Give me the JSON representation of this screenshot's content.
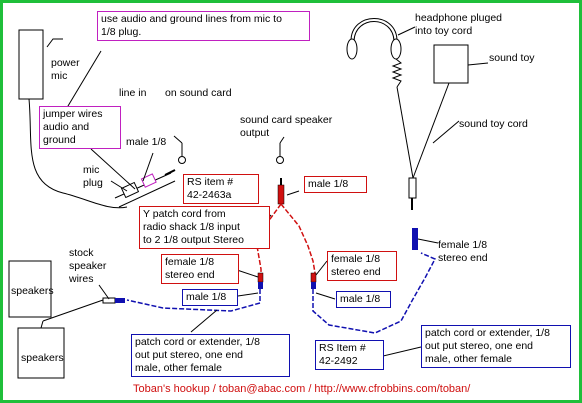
{
  "labels": {
    "note_top": "use audio and ground lines from mic to\n1/8 plug.",
    "headphone": "headphone pluged\ninto toy cord",
    "power_mic": "power\nmic",
    "line_in": "line in",
    "on_sound_card": "on sound card",
    "sound_toy": "sound toy",
    "sound_toy_cord": "sound toy cord",
    "jumper_wires": "jumper wires\naudio and\nground",
    "mic_18": "male 1/8",
    "card_speaker_output": "sound card speaker\noutput",
    "mic_plug": "mic\nplug",
    "rs_item_a": "RS item #\n42-2463a",
    "male_18_red": "male 1/8",
    "y_patch": "Y patch cord from\nradio shack 1/8 input\nto 2 1/8 output Stereo",
    "female_stereo_left": "female 1/8\nstereo end",
    "female_stereo_mid": "female 1/8\nstereo end",
    "female_stereo_right": "female 1/8\nstereo end",
    "stock_speaker_wires": "stock\nspeaker\nwires",
    "speakers_top": "speakers",
    "speakers_bottom": "speakers",
    "male_18_blue_left": "male 1/8",
    "male_18_blue_mid": "male 1/8",
    "patch_left": "patch cord or extender, 1/8\nout put stereo, one end\nmale, other female",
    "rs_item_b": "RS Item #\n42-2492",
    "patch_right": "patch cord or extender, 1/8\nout put stereo, one end\nmale, other female",
    "credit": "Toban's hookup / toban@abac.com / http://www.cfrobbins.com/toban/"
  },
  "colors": {
    "border": "#1fbf3a",
    "red_line": "#d01010",
    "blue_line": "#1010b0",
    "magenta_box": "#c020c0"
  }
}
